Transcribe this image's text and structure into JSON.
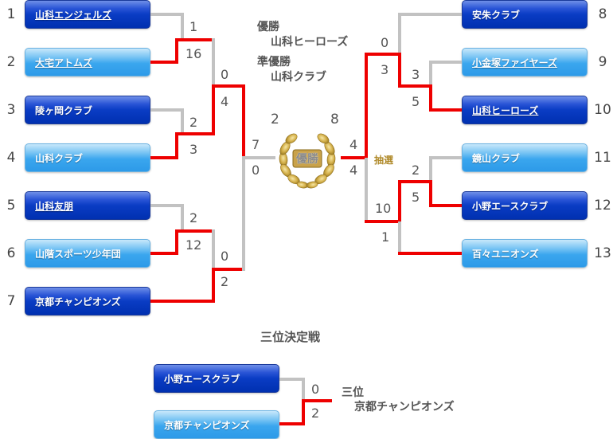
{
  "results": {
    "champion_label": "優勝",
    "champion_name": "山科ヒーローズ",
    "runner_up_label": "準優勝",
    "runner_up_name": "山科クラブ"
  },
  "trophy": {
    "icon": "laurel-wreath-icon",
    "label": "優勝"
  },
  "left_teams": [
    {
      "seed": "1",
      "name": "山科エンジェルズ",
      "style": "dark",
      "link": true
    },
    {
      "seed": "2",
      "name": "大宅アトムズ",
      "style": "light",
      "link": true
    },
    {
      "seed": "3",
      "name": "陵ヶ岡クラブ",
      "style": "dark",
      "link": false
    },
    {
      "seed": "4",
      "name": "山科クラブ",
      "style": "light",
      "link": false
    },
    {
      "seed": "5",
      "name": "山科友朋",
      "style": "dark",
      "link": true
    },
    {
      "seed": "6",
      "name": "山階スポーツ少年団",
      "style": "light",
      "link": false
    },
    {
      "seed": "7",
      "name": "京都チャンピオンズ",
      "style": "dark",
      "link": false
    }
  ],
  "right_teams": [
    {
      "seed": "8",
      "name": "安朱クラブ",
      "style": "dark",
      "link": false
    },
    {
      "seed": "9",
      "name": "小金塚ファイヤーズ",
      "style": "light",
      "link": true
    },
    {
      "seed": "10",
      "name": "山科ヒーローズ",
      "style": "dark",
      "link": true
    },
    {
      "seed": "11",
      "name": "鏡山クラブ",
      "style": "light",
      "link": false
    },
    {
      "seed": "12",
      "name": "小野エースクラブ",
      "style": "dark",
      "link": false
    },
    {
      "seed": "13",
      "name": "百々ユニオンズ",
      "style": "light",
      "link": false
    }
  ],
  "scores": {
    "l_r1_m1_top": "1",
    "l_r1_m1_bot": "16",
    "l_r1_m2_top": "2",
    "l_r1_m2_bot": "3",
    "l_r1_m3_top": "2",
    "l_r1_m3_bot": "12",
    "l_r2_m1_top": "0",
    "l_r2_m1_bot": "4",
    "l_r2_m2_top": "0",
    "l_r2_m2_bot": "2",
    "l_sf_top": "7",
    "l_sf_bot": "0",
    "final_left": "2",
    "final_right": "8",
    "r_sf_top": "4",
    "r_sf_bot": "4",
    "r_r2_m1_top": "0",
    "r_r2_m1_bot": "3",
    "r_r1_m1_top": "3",
    "r_r1_m1_bot": "5",
    "r_r2_m2_top": "10",
    "r_r2_m2_bot": "1",
    "r_r1_m2_top": "2",
    "r_r1_m2_bot": "5"
  },
  "lottery_label": "抽選",
  "third_place": {
    "title": "三位決定戦",
    "teams": [
      {
        "name": "小野エースクラブ",
        "style": "dark"
      },
      {
        "name": "京都チャンピオンズ",
        "style": "light"
      }
    ],
    "score_top": "0",
    "score_bot": "2",
    "result_label": "三位",
    "result_name": "京都チャンピオンズ"
  },
  "colors": {
    "winner_line": "#ee0000",
    "loser_line": "#c2c2c2",
    "dark_team": "#0a3cc4",
    "light_team": "#3aa6ee",
    "lottery": "#b08a2a"
  }
}
